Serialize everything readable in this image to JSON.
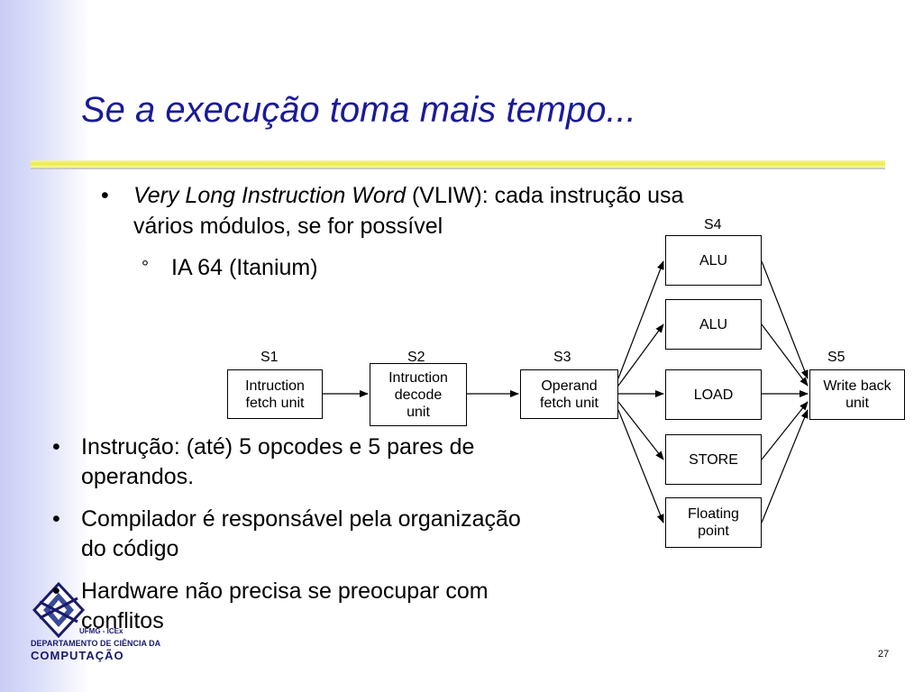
{
  "slide": {
    "title": "Se a execução toma mais tempo...",
    "page_number": "27"
  },
  "top_bullet": {
    "marker": "•",
    "italic_part": "Very Long Instruction Word",
    "rest_line1": " (VLIW): cada instrução usa",
    "line2": "vários módulos, se for possível",
    "sub": {
      "marker": "°",
      "text": "IA 64 (Itanium)"
    }
  },
  "bottom_bullets": [
    {
      "marker": "•",
      "line1": "Instrução: (até) 5 opcodes e 5 pares de",
      "line2": "operandos."
    },
    {
      "marker": "•",
      "line1": "Compilador é responsável pela  organização",
      "line2": "do código"
    },
    {
      "marker": "•",
      "line1": "Hardware não precisa se preocupar com",
      "line2": "conflitos"
    }
  ],
  "diagram": {
    "stages": {
      "s1": "S1",
      "s2": "S2",
      "s3": "S3",
      "s4": "S4",
      "s5": "S5"
    },
    "boxes": {
      "fetch": "Intruction\nfetch unit",
      "decode": "Intruction\ndecode\nunit",
      "operand": "Operand\nfetch unit",
      "alu1": "ALU",
      "alu2": "ALU",
      "load": "LOAD",
      "store": "STORE",
      "fp": "Floating\npoint",
      "writeback": "Write back\nunit"
    }
  },
  "logo": {
    "small_text": "UFMG - ICEx",
    "dept_text": "DEPARTAMENTO DE CIÊNCIA DA",
    "main_text": "COMPUTAÇÃO"
  },
  "colors": {
    "title": "#1a1a9a",
    "side_band": "#c8cdf5",
    "rule": "#ecec40"
  }
}
